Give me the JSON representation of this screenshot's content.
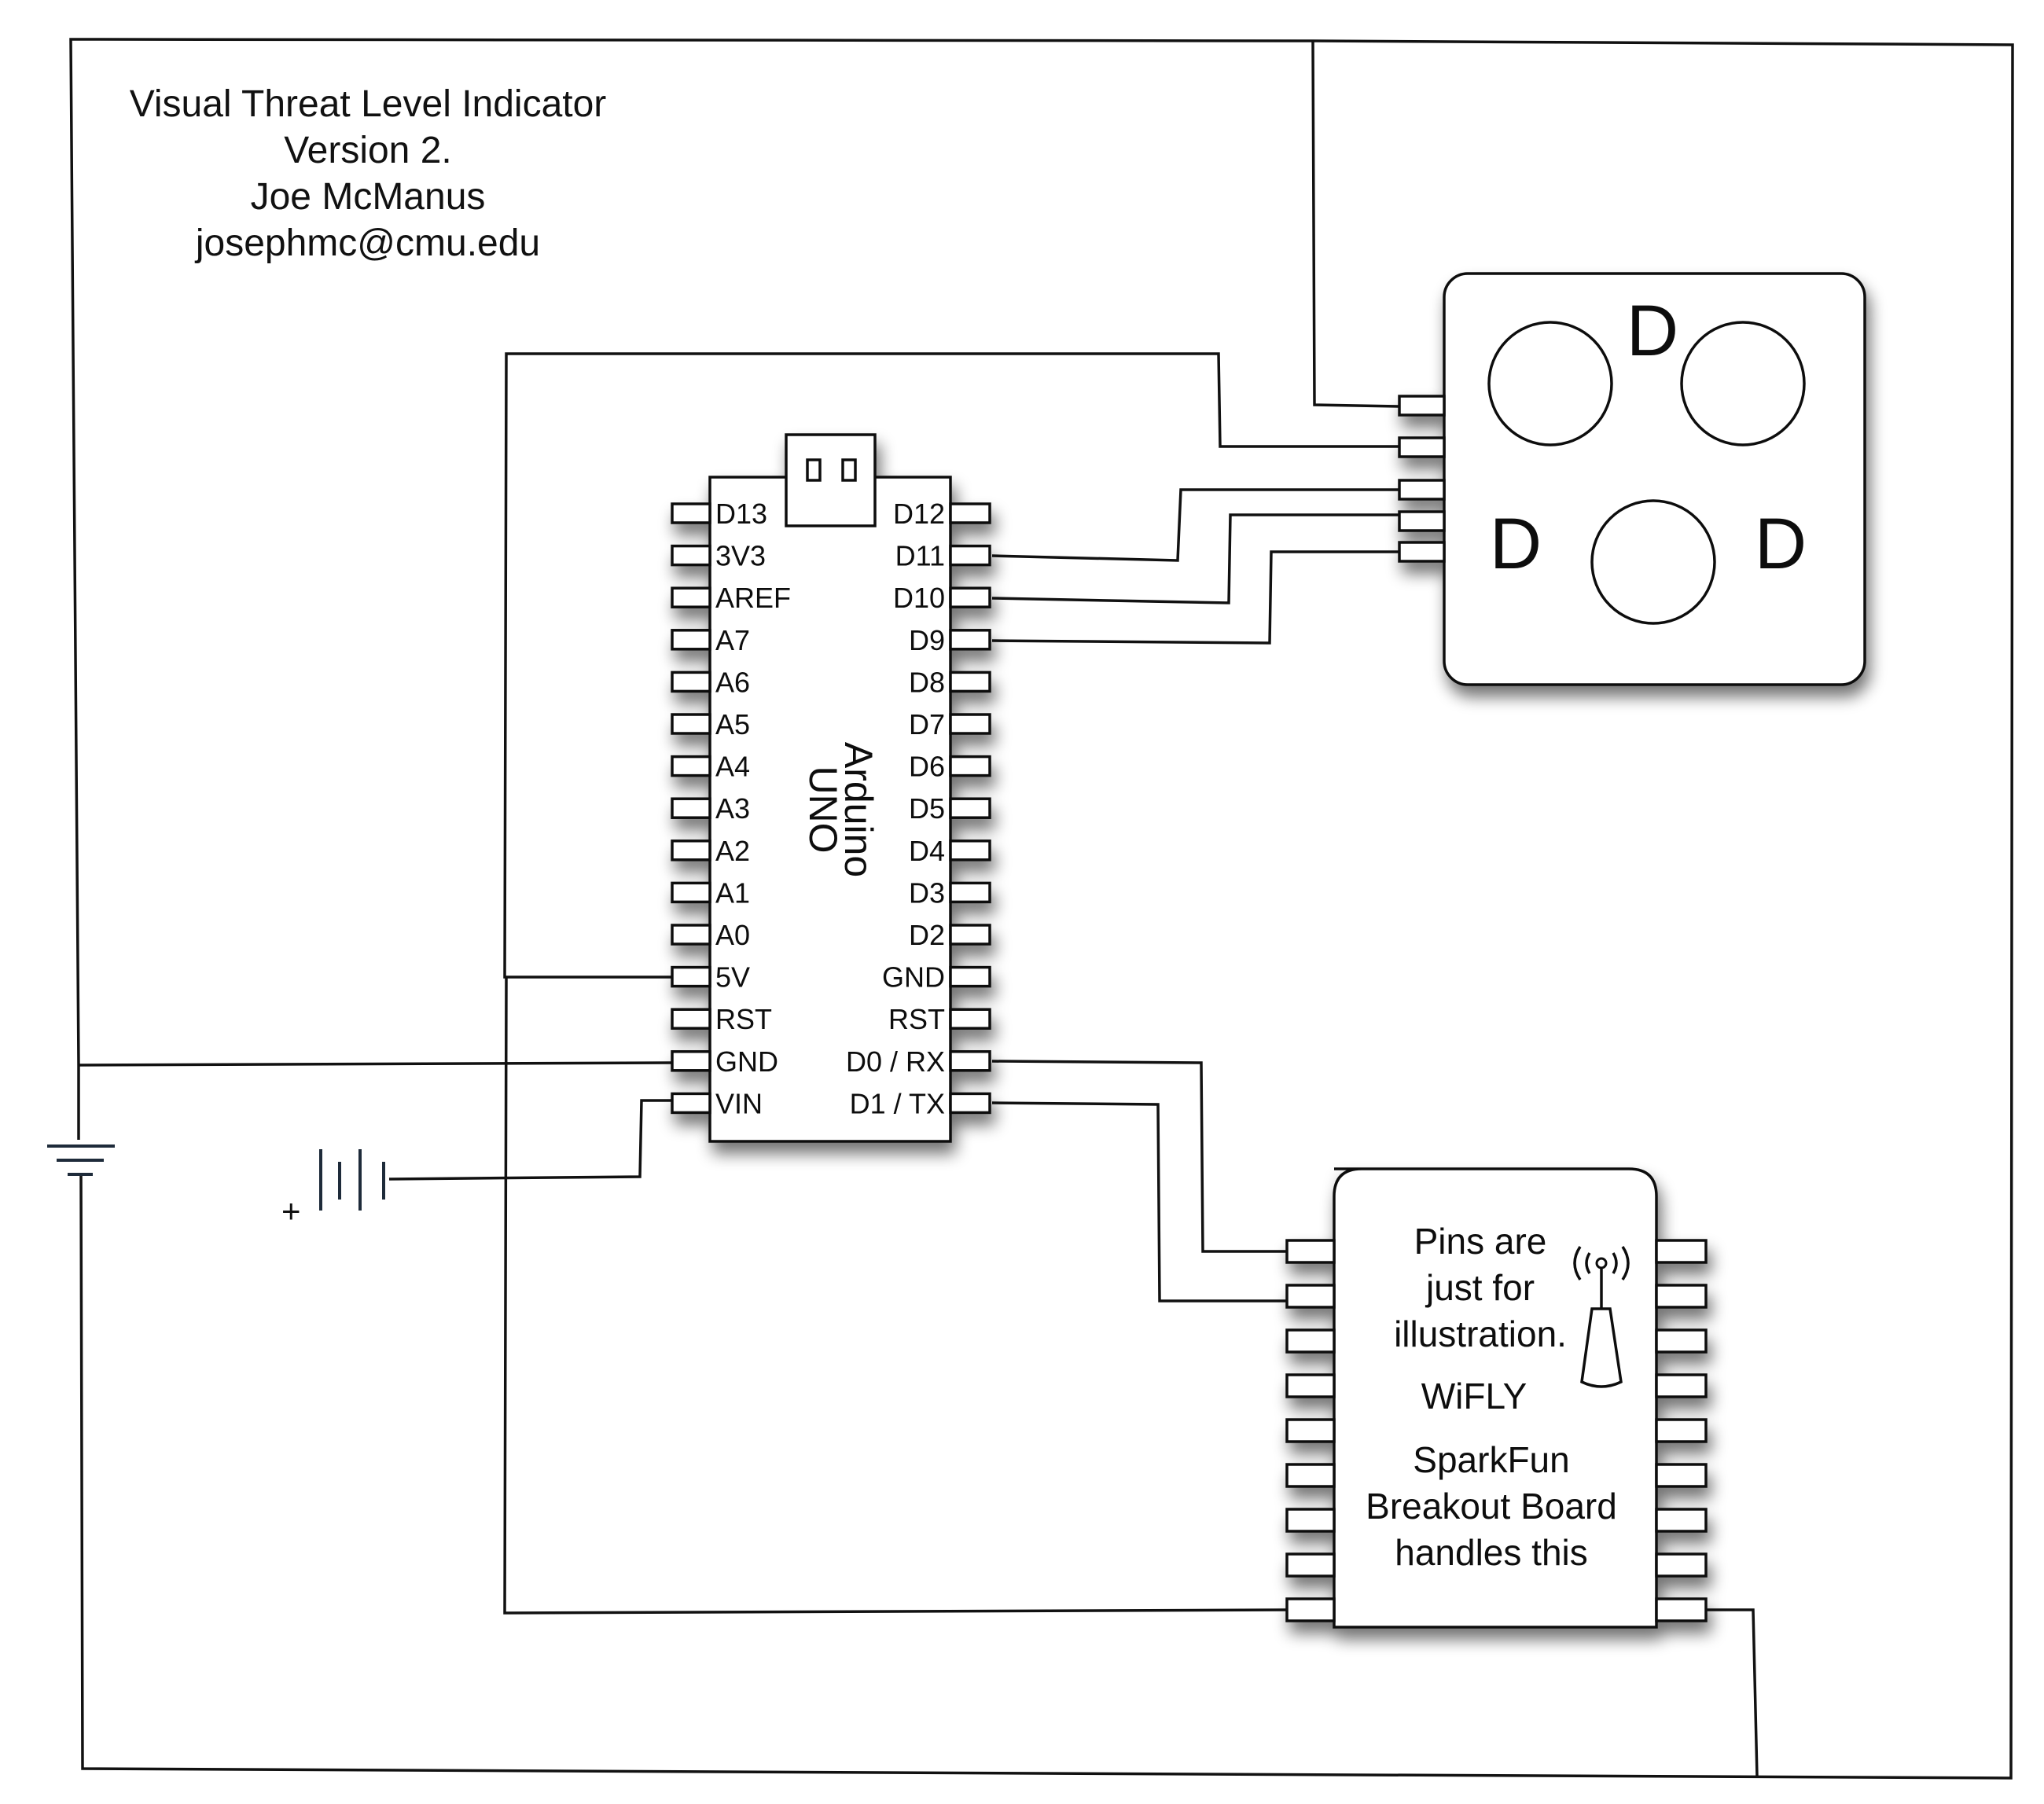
{
  "title_block": {
    "line1": "Visual Threat Level Indicator",
    "line2": "Version 2.",
    "line3": "Joe McManus",
    "line4": "josephmc@cmu.edu"
  },
  "arduino": {
    "name_line1": "Arduino",
    "name_line2": "UNO",
    "left_pins": [
      "D13",
      "3V3",
      "AREF",
      "A7",
      "A6",
      "A5",
      "A4",
      "A3",
      "A2",
      "A1",
      "A0",
      "5V",
      "RST",
      "GND",
      "VIN"
    ],
    "right_pins": [
      "D12",
      "D11",
      "D10",
      "D9",
      "D8",
      "D7",
      "D6",
      "D5",
      "D4",
      "D3",
      "D2",
      "GND",
      "RST",
      "D0 / RX",
      "D1 / TX"
    ]
  },
  "led_module": {
    "die_labels": [
      "D",
      "D",
      "D"
    ]
  },
  "wifly": {
    "note_lines": [
      "Pins are",
      "just for",
      "illustration."
    ],
    "name": "WiFLY",
    "desc_lines": [
      "SparkFun",
      "Breakout Board",
      "handles this"
    ],
    "antenna_icon": "antenna-icon"
  },
  "battery": {
    "polarity": "+"
  },
  "colors": {
    "line": "#111111",
    "symbol": "#1e2b3a"
  }
}
